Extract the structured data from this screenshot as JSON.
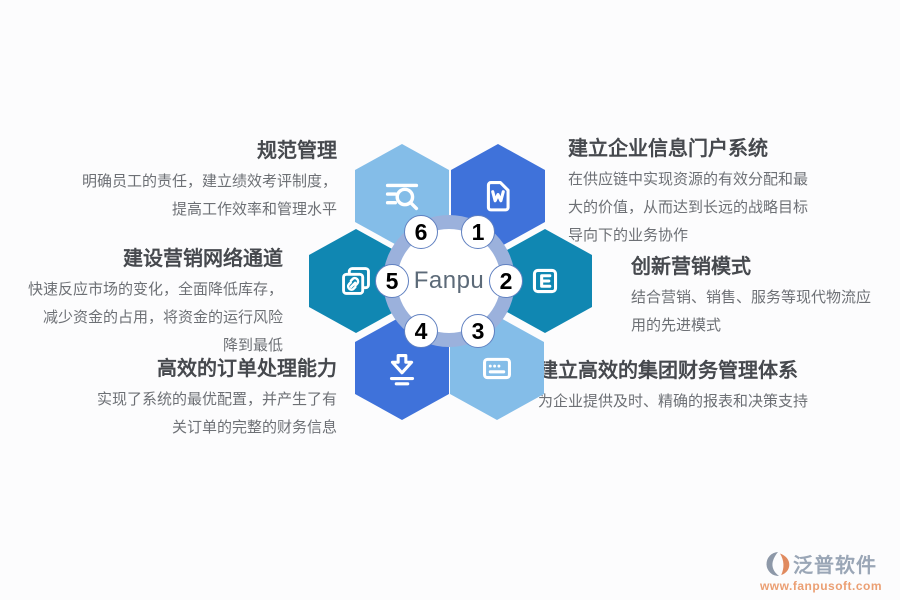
{
  "diagram": {
    "center_label": "Fanpu",
    "colors": {
      "hex_light_blue": "#84bde8",
      "hex_royal_blue": "#3f72da",
      "hex_teal": "#1087b2",
      "ring": "#89a3d6",
      "title_text": "#46494e",
      "body_text": "#6d7075"
    },
    "hexagons": [
      {
        "position": "top-left",
        "icon": "search-list-icon",
        "color": "#84bde8",
        "badge": "6"
      },
      {
        "position": "top-right",
        "icon": "word-document-icon",
        "color": "#3f72da",
        "badge": "1"
      },
      {
        "position": "mid-left",
        "icon": "link-pages-icon",
        "color": "#1087b2",
        "badge": "5"
      },
      {
        "position": "mid-right",
        "icon": "e-square-icon",
        "color": "#1087b2",
        "badge": "2"
      },
      {
        "position": "bottom-left",
        "icon": "download-icon",
        "color": "#3f72da",
        "badge": "4"
      },
      {
        "position": "bottom-right",
        "icon": "card-lines-icon",
        "color": "#84bde8",
        "badge": "3"
      }
    ],
    "blocks": [
      {
        "number": "1",
        "title": "建立企业信息门户系统",
        "lines": [
          "在供应链中实现资源的有效分配和最",
          "大的价值，从而达到长远的战略目标",
          "导向下的业务协作"
        ]
      },
      {
        "number": "2",
        "title": "创新营销模式",
        "lines": [
          "结合营销、销售、服务等现代物流应",
          "用的先进模式"
        ]
      },
      {
        "number": "3",
        "title": "建立高效的集团财务管理体系",
        "lines": [
          "为企业提供及时、精确的报表和决策支持"
        ]
      },
      {
        "number": "4",
        "title": "高效的订单处理能力",
        "lines": [
          "实现了系统的最优配置，并产生了有",
          "关订单的完整的财务信息"
        ]
      },
      {
        "number": "5",
        "title": "建设营销网络通道",
        "lines": [
          "快速反应市场的变化，全面降低库存，",
          "减少资金的占用，将资金的运行风险",
          "降到最低"
        ]
      },
      {
        "number": "6",
        "title": "规范管理",
        "lines": [
          "明确员工的责任，建立绩效考评制度，",
          "提高工作效率和管理水平"
        ]
      }
    ],
    "logo": {
      "name": "泛普软件",
      "url": "www.fanpusoft.com",
      "name_color": "#9aa6b6",
      "url_color": "#eb9f73",
      "mark_gray": "#8d98a8",
      "mark_orange": "#e08a5f"
    }
  }
}
